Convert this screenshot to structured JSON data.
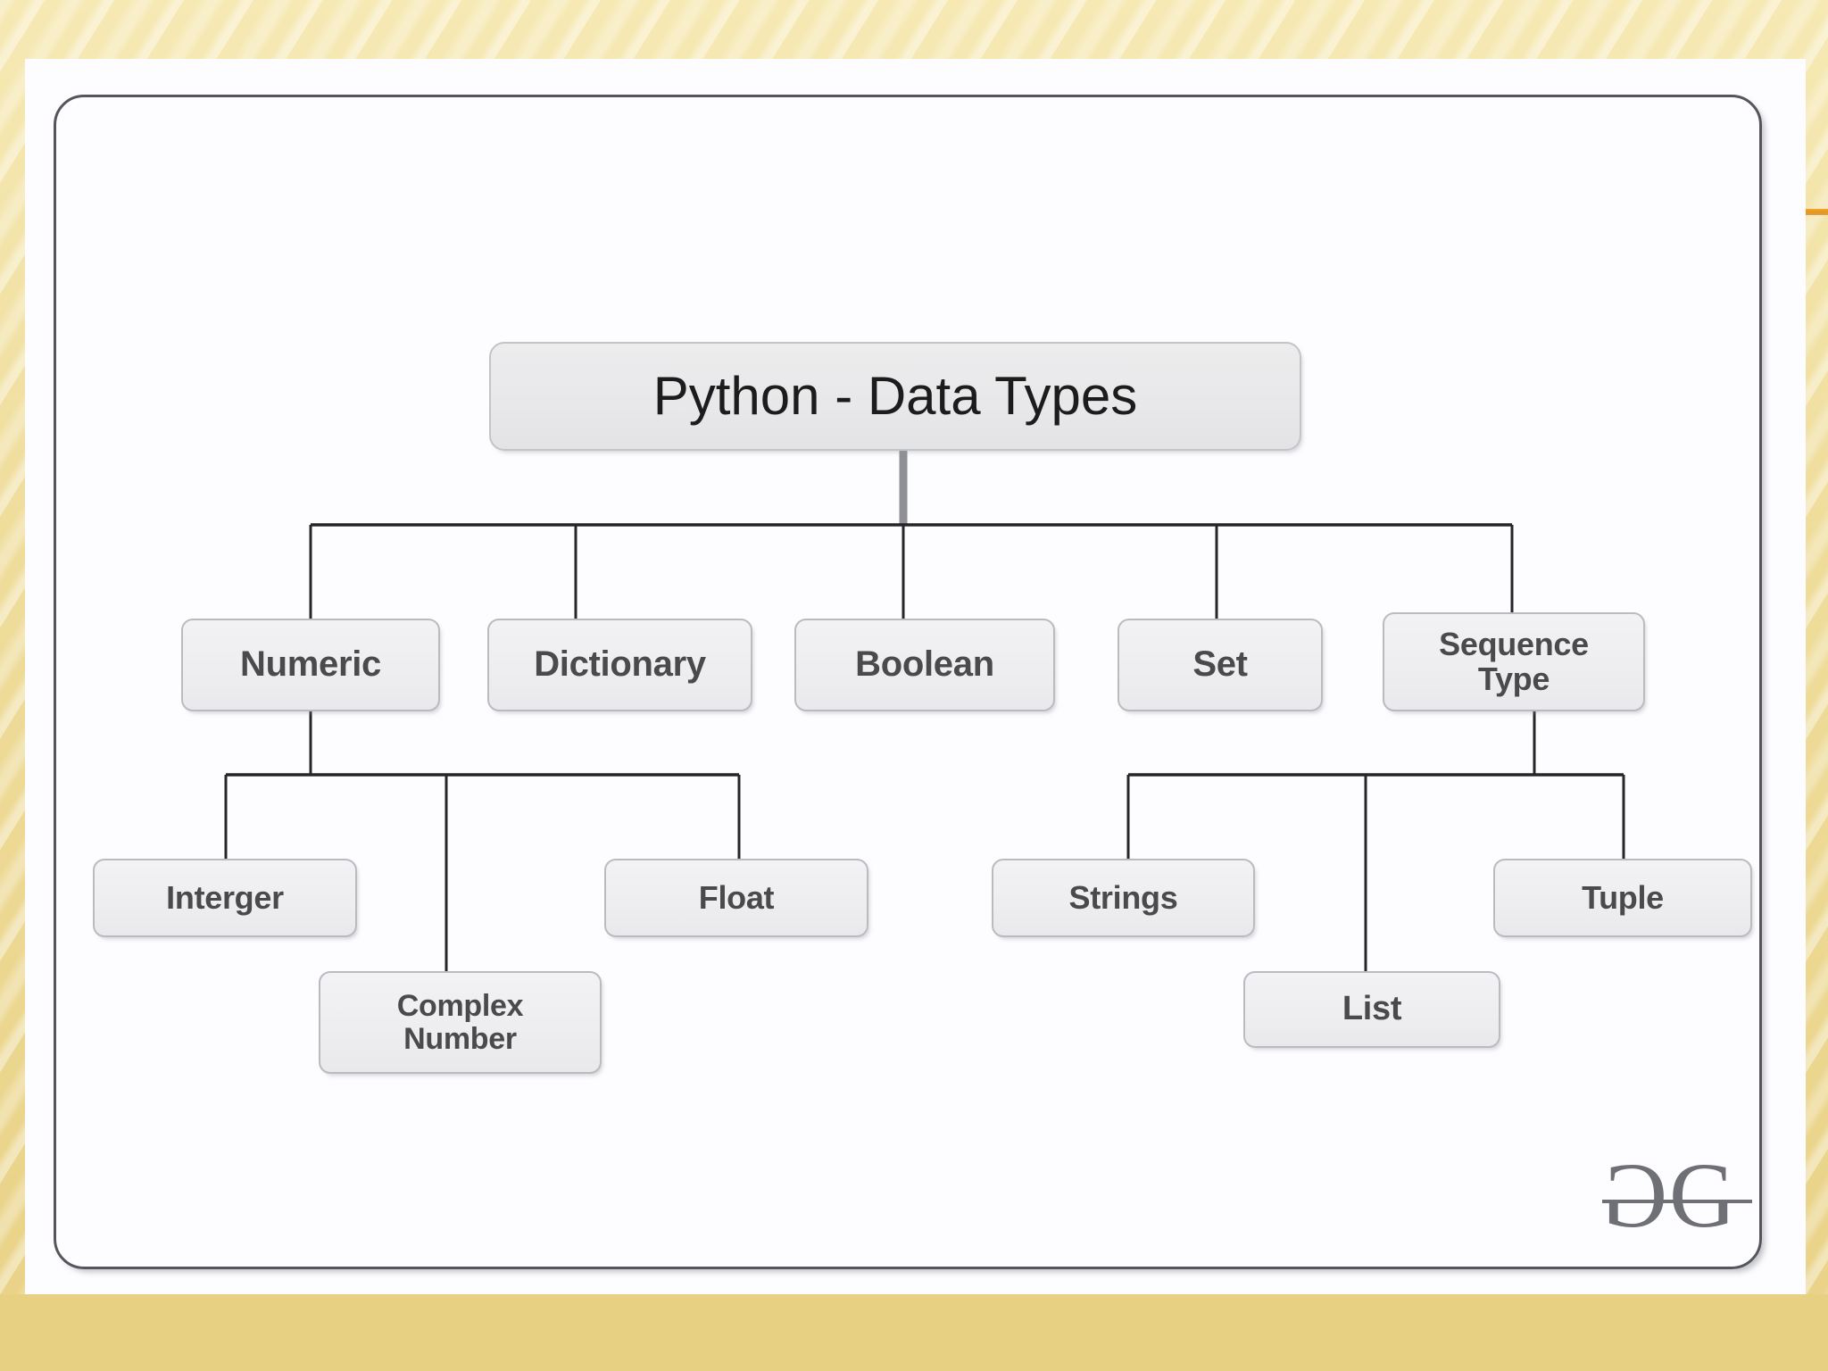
{
  "slide": {
    "background_color": "#efdd9c",
    "panel_color": "#fdfdff",
    "accent_color": "#e8951a",
    "border_color": "#54565c"
  },
  "diagram": {
    "type": "hierarchy-tree",
    "root": {
      "id": "root",
      "label": "Python - Data Types"
    },
    "level2": [
      {
        "id": "numeric",
        "label": "Numeric"
      },
      {
        "id": "dictionary",
        "label": "Dictionary"
      },
      {
        "id": "boolean",
        "label": "Boolean"
      },
      {
        "id": "set",
        "label": "Set"
      },
      {
        "id": "sequence",
        "label_line1": "Sequence",
        "label_line2": "Type"
      }
    ],
    "numeric_children": [
      {
        "id": "interger",
        "label": "Interger"
      },
      {
        "id": "complex",
        "label_line1": "Complex",
        "label_line2": "Number"
      },
      {
        "id": "float",
        "label": "Float"
      }
    ],
    "sequence_children": [
      {
        "id": "strings",
        "label": "Strings"
      },
      {
        "id": "list",
        "label": "List"
      },
      {
        "id": "tuple",
        "label": "Tuple"
      }
    ]
  },
  "logo": {
    "name": "GeeksforGeeks",
    "left_glyph": "G",
    "right_glyph": "G"
  }
}
